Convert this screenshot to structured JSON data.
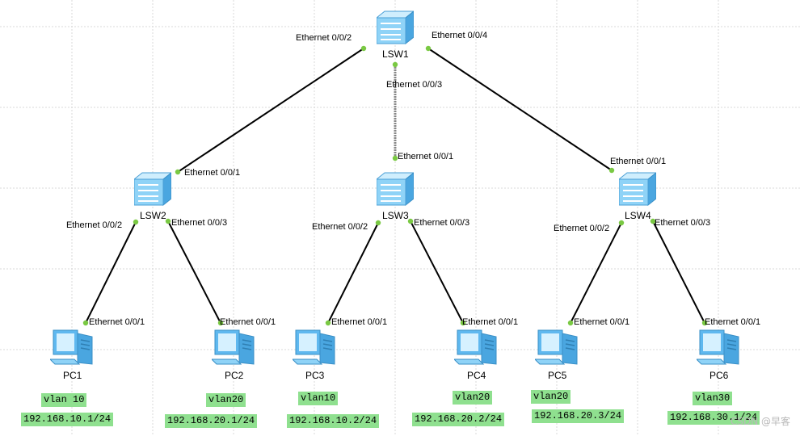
{
  "switches": [
    {
      "id": "LSW1",
      "label": "LSW1"
    },
    {
      "id": "LSW2",
      "label": "LSW2"
    },
    {
      "id": "LSW3",
      "label": "LSW3"
    },
    {
      "id": "LSW4",
      "label": "LSW4"
    }
  ],
  "pcs": [
    {
      "id": "PC1",
      "label": "PC1",
      "vlan": "vlan 10",
      "ip": "192.168.10.1/24"
    },
    {
      "id": "PC2",
      "label": "PC2",
      "vlan": "vlan20",
      "ip": "192.168.20.1/24"
    },
    {
      "id": "PC3",
      "label": "PC3",
      "vlan": "vlan10",
      "ip": "192.168.10.2/24"
    },
    {
      "id": "PC4",
      "label": "PC4",
      "vlan": "vlan20",
      "ip": "192.168.20.2/24"
    },
    {
      "id": "PC5",
      "label": "PC5",
      "vlan": "vlan20",
      "ip": "192.168.20.3/24"
    },
    {
      "id": "PC6",
      "label": "PC6",
      "vlan": "vlan30",
      "ip": "192.168.30.1/24"
    }
  ],
  "ports": {
    "lsw1_p2": "Ethernet 0/0/2",
    "lsw1_p3": "Ethernet 0/0/3",
    "lsw1_p4": "Ethernet 0/0/4",
    "lsw2_p1": "Ethernet 0/0/1",
    "lsw2_p2": "Ethernet 0/0/2",
    "lsw2_p3": "Ethernet 0/0/3",
    "lsw3_p1": "Ethernet 0/0/1",
    "lsw3_p2": "Ethernet 0/0/2",
    "lsw3_p3": "Ethernet 0/0/3",
    "lsw4_p1": "Ethernet 0/0/1",
    "lsw4_p2": "Ethernet 0/0/2",
    "lsw4_p3": "Ethernet 0/0/3",
    "pc1_p1": "Ethernet 0/0/1",
    "pc2_p1": "Ethernet 0/0/1",
    "pc3_p1": "Ethernet 0/0/1",
    "pc4_p1": "Ethernet 0/0/1",
    "pc5_p1": "Ethernet 0/0/1",
    "pc6_p1": "Ethernet 0/0/1"
  },
  "watermark": "CSDN @早客",
  "colors": {
    "link": "#000000",
    "port_dot": "#7ac943",
    "tag_bg": "#8fe08f",
    "switch_fill": "#7cc8f2",
    "grid": "#d9d9d9"
  }
}
